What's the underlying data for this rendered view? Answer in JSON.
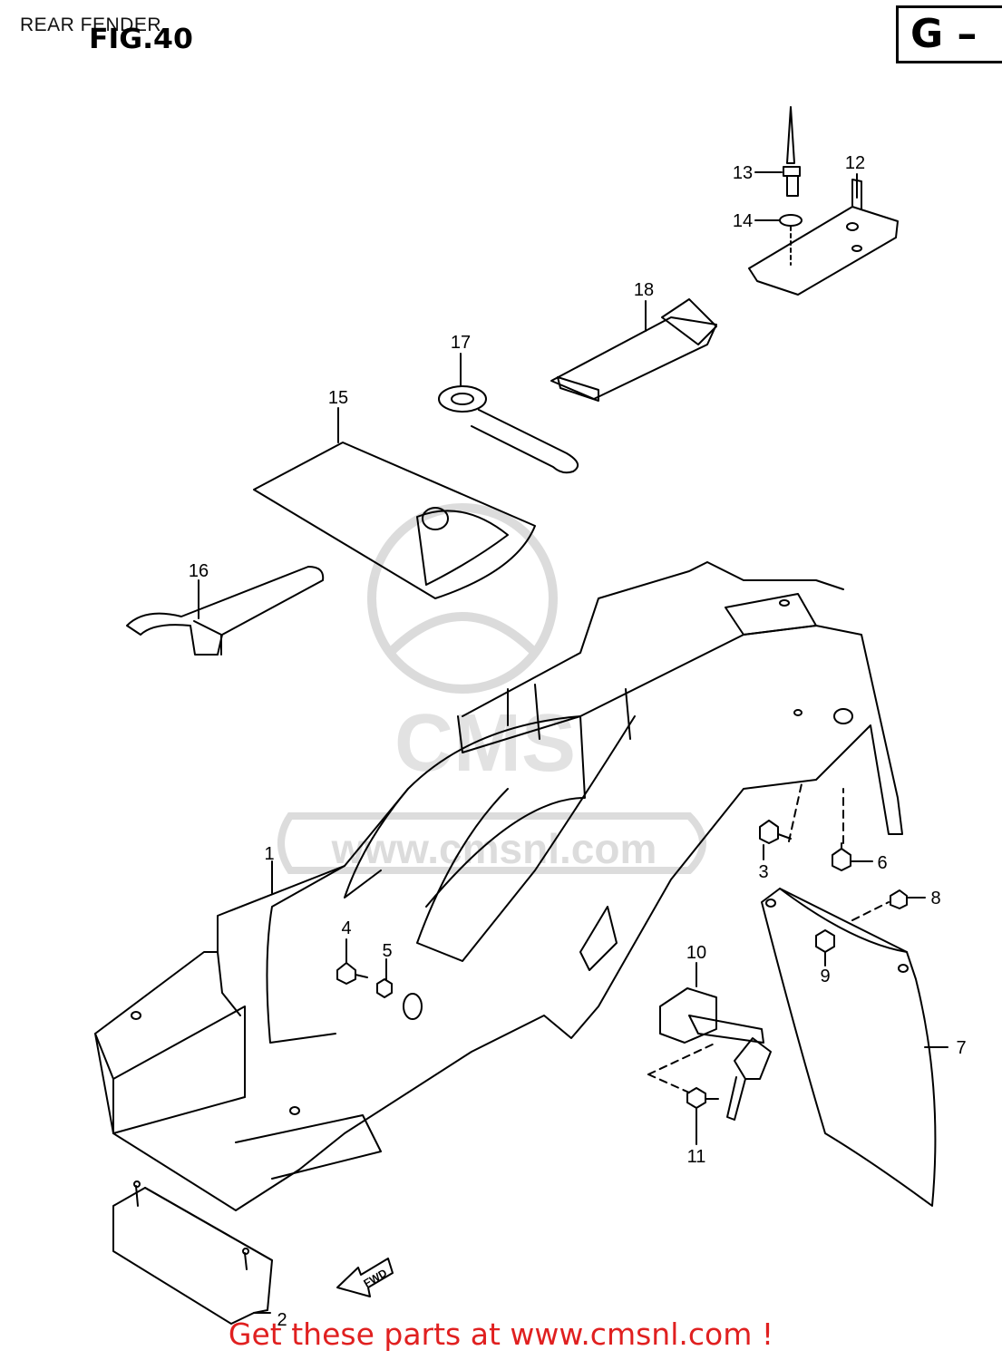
{
  "header": {
    "section_title": "REAR FENDER",
    "figure_label": "FIG.40",
    "group_code": "G –"
  },
  "watermark": {
    "text": "www.cmsnl.com",
    "logo_text": "CMS"
  },
  "direction_marker": "FWD",
  "callouts": [
    {
      "id": "1",
      "part": "rear fender"
    },
    {
      "id": "2",
      "part": "fender cover"
    },
    {
      "id": "3",
      "part": "bolt"
    },
    {
      "id": "4",
      "part": "bolt"
    },
    {
      "id": "5",
      "part": "nut"
    },
    {
      "id": "6",
      "part": "bolt"
    },
    {
      "id": "7",
      "part": "rear flap"
    },
    {
      "id": "8",
      "part": "screw"
    },
    {
      "id": "9",
      "part": "nut"
    },
    {
      "id": "10",
      "part": "seat lock"
    },
    {
      "id": "11",
      "part": "screw"
    },
    {
      "id": "12",
      "part": "bracket"
    },
    {
      "id": "13",
      "part": "pin"
    },
    {
      "id": "14",
      "part": "washer"
    },
    {
      "id": "15",
      "part": "tool bag"
    },
    {
      "id": "16",
      "part": "wrench"
    },
    {
      "id": "17",
      "part": "spanner"
    },
    {
      "id": "18",
      "part": "strap"
    }
  ],
  "footer": {
    "cta_text": "Get these parts at www.cmsnl.com !"
  },
  "colors": {
    "line": "#000000",
    "footer_text": "#e02020",
    "watermark": "#d8d8d8"
  }
}
